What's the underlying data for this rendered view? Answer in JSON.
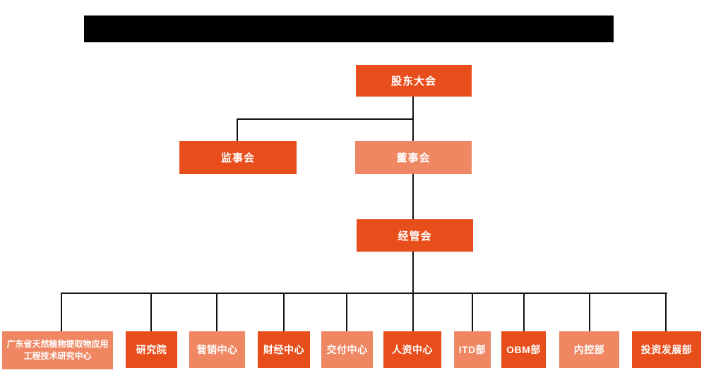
{
  "colors": {
    "primary": "#E84E1C",
    "secondary": "#EF8763",
    "connector": "#111111",
    "redaction": "#000000",
    "text": "#FFFFFF",
    "background": "#FFFFFF"
  },
  "org_chart": {
    "root": {
      "label": "股东大会",
      "variant": "primary"
    },
    "level2": [
      {
        "label": "监事会",
        "variant": "primary"
      },
      {
        "label": "董事会",
        "variant": "secondary"
      }
    ],
    "level3": [
      {
        "label": "经管会",
        "variant": "primary"
      }
    ],
    "departments": [
      {
        "label": "广东省天然植物提取物应用工程技术研究中心",
        "variant": "secondary"
      },
      {
        "label": "研究院",
        "variant": "primary"
      },
      {
        "label": "营销中心",
        "variant": "secondary"
      },
      {
        "label": "财经中心",
        "variant": "primary"
      },
      {
        "label": "交付中心",
        "variant": "secondary"
      },
      {
        "label": "人资中心",
        "variant": "primary"
      },
      {
        "label": "ITD部",
        "variant": "secondary"
      },
      {
        "label": "OBM部",
        "variant": "primary"
      },
      {
        "label": "内控部",
        "variant": "secondary"
      },
      {
        "label": "投资发展部",
        "variant": "primary"
      }
    ]
  }
}
